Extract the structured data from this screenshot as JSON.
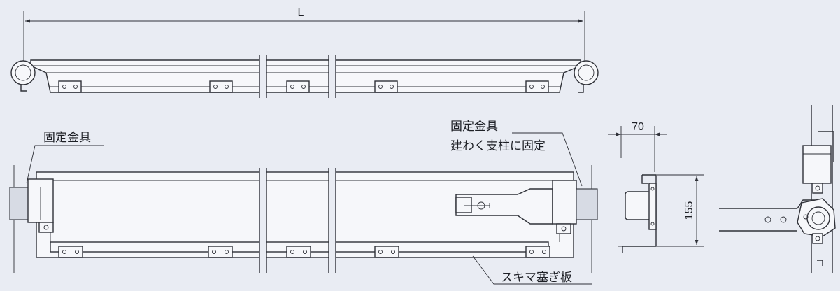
{
  "labels": {
    "length_dim": "L",
    "fixing_bracket_left": "固定金具",
    "fixing_bracket_right": "固定金具",
    "fixing_note": "建わく支柱に固定",
    "gap_board": "スキマ塞ぎ板",
    "width_dim": "70",
    "height_dim": "155"
  },
  "colors": {
    "background": "#e9ecf3",
    "line": "#2f3138"
  }
}
